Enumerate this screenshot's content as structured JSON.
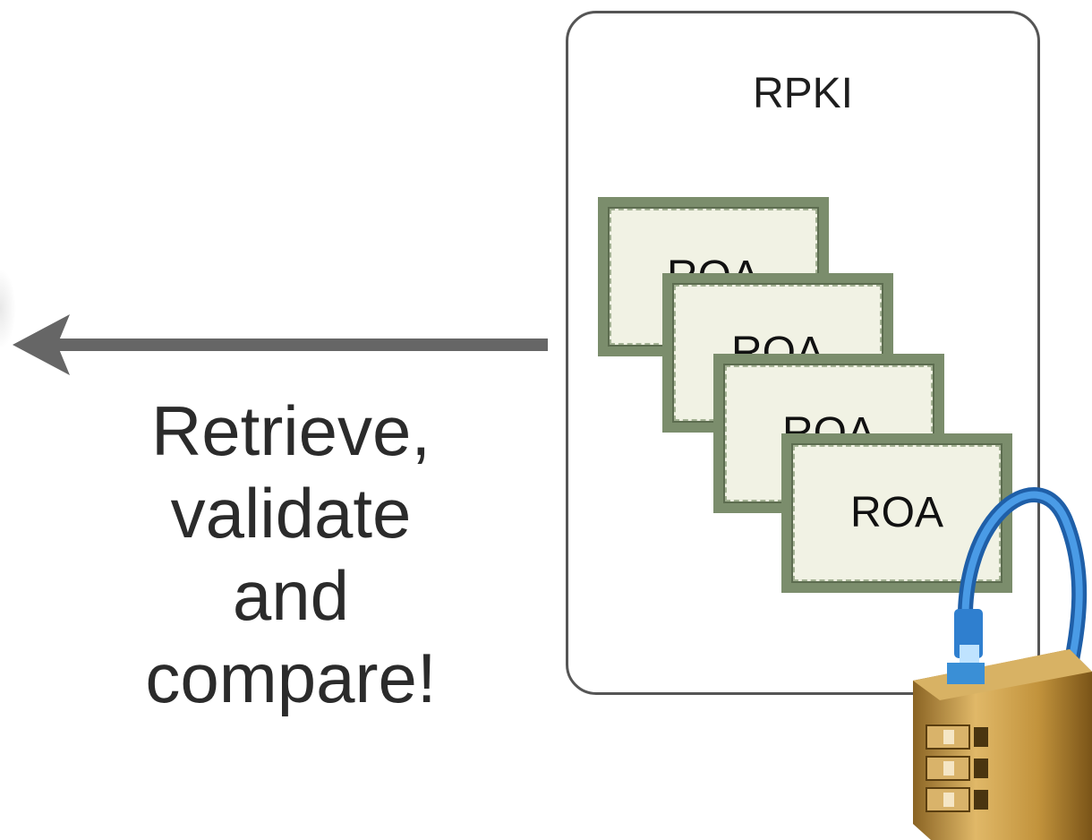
{
  "caption": {
    "line1": "Retrieve,",
    "line2": "validate",
    "line3": "and",
    "line4": "compare!"
  },
  "rpki": {
    "title": "RPKI",
    "roas": [
      {
        "label": "ROA"
      },
      {
        "label": "ROA"
      },
      {
        "label": "ROA"
      },
      {
        "label": "ROA"
      }
    ]
  },
  "colors": {
    "outline": "#555555",
    "arrow": "#666666",
    "certificate_border": "#7b8d6c",
    "cable": "#2f7fcf",
    "lock_body": "#c79a3d"
  }
}
